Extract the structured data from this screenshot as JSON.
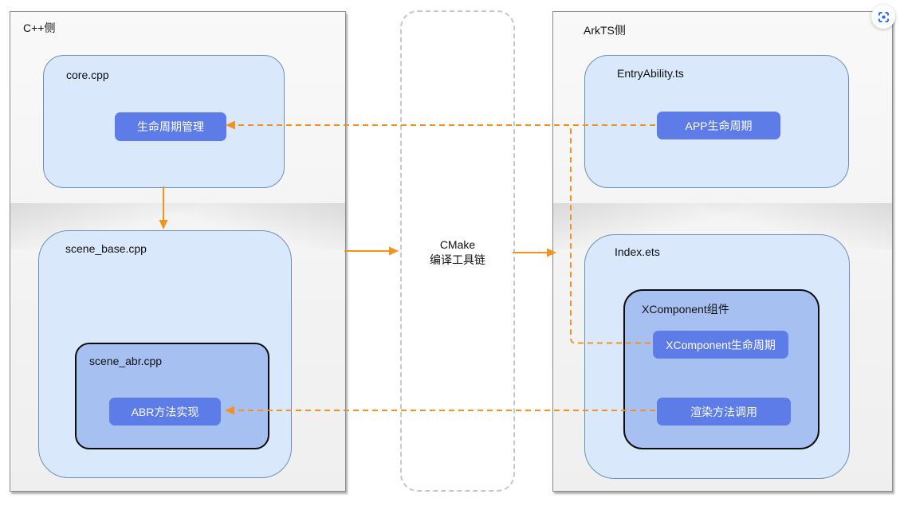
{
  "colors": {
    "accent_orange": "#F5921E",
    "node_fill_light_blue": "#DAE8FC",
    "node_border_blue": "#6C8EBF",
    "inner_box_blue": "#A7C0F2",
    "pill_button_blue": "#5D7CE8",
    "container_gray": "#F4F4F4",
    "dashed_box_gray": "#C7C7C7",
    "expand_icon_blue": "#1666FF"
  },
  "viewer": {
    "expand_icon": "focus-expand-icon"
  },
  "diagram": {
    "cpp_side": {
      "title": "C++侧",
      "core_box": {
        "title": "core.cpp",
        "lifecycle_node": "生命周期管理"
      },
      "scene_base_box": {
        "title": "scene_base.cpp",
        "scene_abr_box": {
          "title": "scene_abr.cpp",
          "abr_node": "ABR方法实现"
        }
      }
    },
    "toolchain": {
      "line1": "CMake",
      "line2": "编译工具链"
    },
    "arkts_side": {
      "title": "ArkTS侧",
      "entry_box": {
        "title": "EntryAbility.ts",
        "app_lifecycle_node": "APP生命周期"
      },
      "index_box": {
        "title": "Index.ets",
        "xcomponent_box": {
          "title": "XComponent组件",
          "lifecycle_node": "XComponent生命周期",
          "render_node": "渲染方法调用"
        }
      }
    }
  }
}
